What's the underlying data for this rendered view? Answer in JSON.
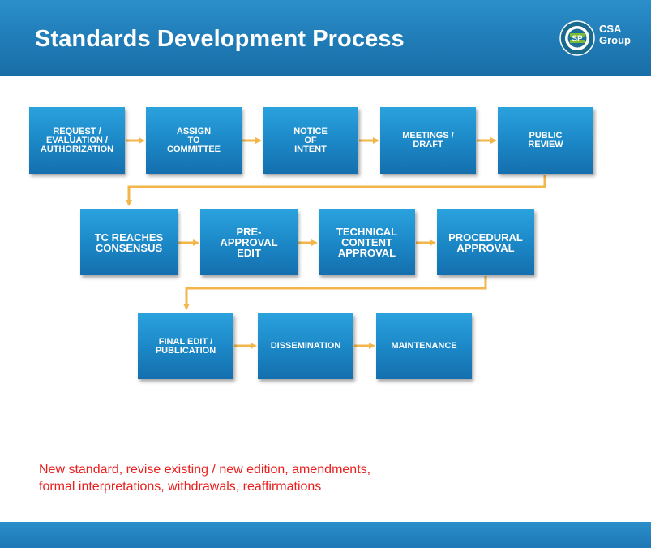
{
  "header": {
    "title": "Standards Development Process",
    "logo_text_line1": "CSA",
    "logo_text_line2": "Group"
  },
  "process": {
    "steps": [
      "REQUEST /\nEVALUATION /\nAUTHORIZATION",
      "ASSIGN\nTO\nCOMMITTEE",
      "NOTICE\nOF\nINTENT",
      "MEETINGS /\nDRAFT",
      "PUBLIC\nREVIEW",
      "TC REACHES\nCONSENSUS",
      "PRE-\nAPPROVAL\nEDIT",
      "TECHNICAL\nCONTENT\nAPPROVAL",
      "PROCEDURAL\nAPPROVAL",
      "FINAL EDIT /\nPUBLICATION",
      "DISSEMINATION",
      "MAINTENANCE"
    ]
  },
  "note": {
    "line1": "New standard, revise existing / new edition, amendments,",
    "line2": "formal interpretations, withdrawals, reaffirmations"
  },
  "colors": {
    "header_blue": "#1f7bb6",
    "box_blue": "#1b86c5",
    "connector_orange": "#f2b64a",
    "note_red": "#e8201e"
  }
}
